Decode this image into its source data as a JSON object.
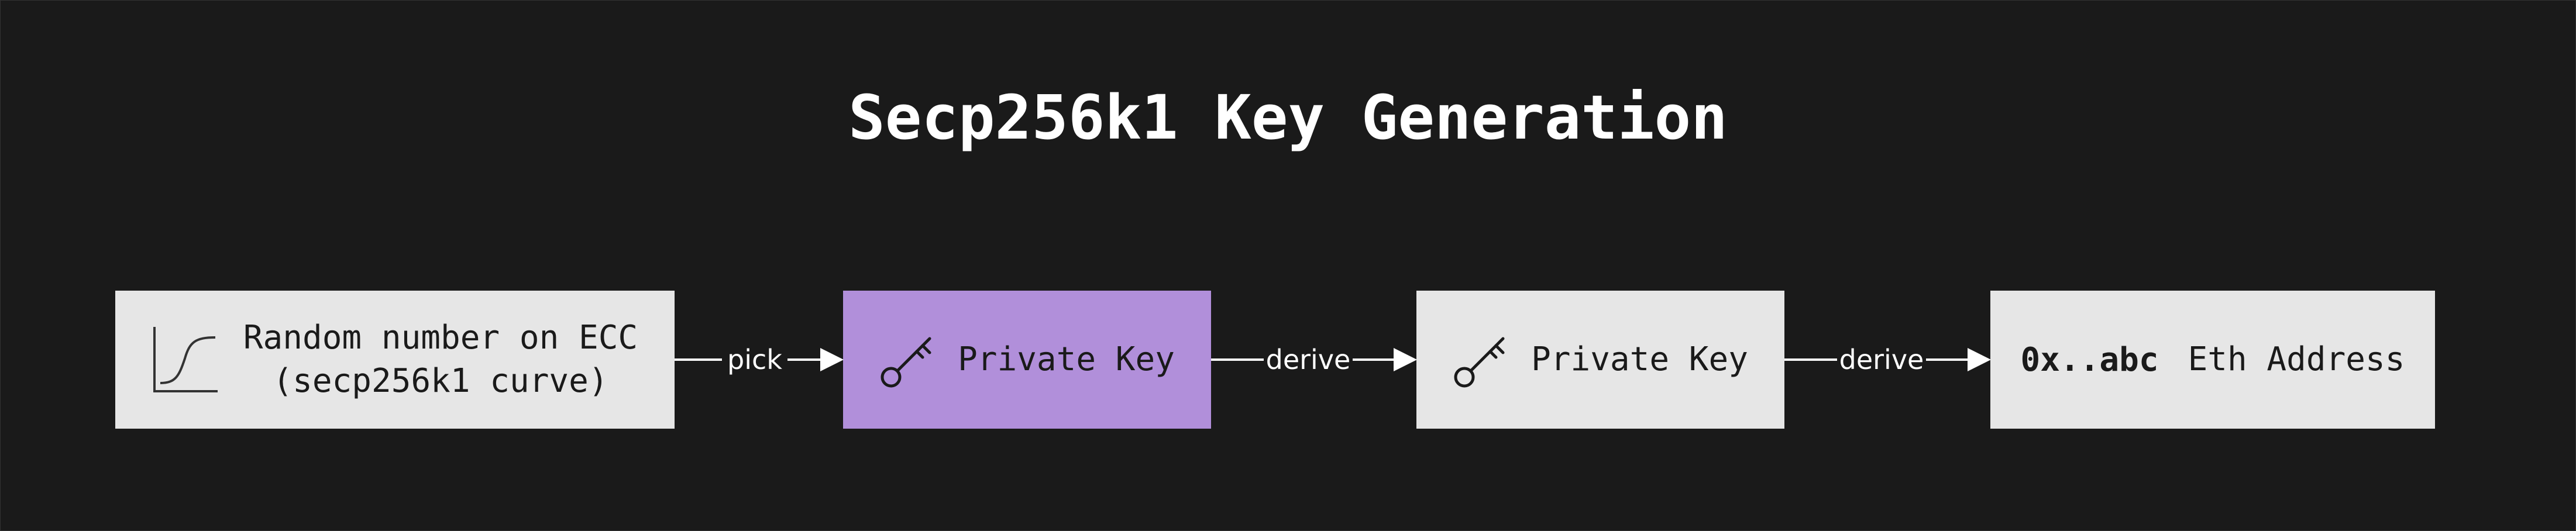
{
  "title": "Secp256k1 Key Generation",
  "nodes": [
    {
      "id": "random",
      "label": "Random number on ECC\n(secp256k1 curve)",
      "icon": "curve-chart-icon"
    },
    {
      "id": "private-key-highlighted",
      "label": "Private Key",
      "icon": "key-icon"
    },
    {
      "id": "private-key",
      "label": "Private Key",
      "icon": "key-icon"
    },
    {
      "id": "eth-address",
      "code": "0x..abc",
      "label": "Eth Address"
    }
  ],
  "edges": [
    {
      "from": "random",
      "to": "private-key-highlighted",
      "label": "pick"
    },
    {
      "from": "private-key-highlighted",
      "to": "private-key",
      "label": "derive"
    },
    {
      "from": "private-key",
      "to": "eth-address",
      "label": "derive"
    }
  ],
  "colors": {
    "background": "#1a1a1a",
    "node": "#e6e6e6",
    "highlight": "#b18fda",
    "text_dark": "#1a1a1a",
    "text_light": "#ffffff",
    "arrow": "#ffffff"
  }
}
